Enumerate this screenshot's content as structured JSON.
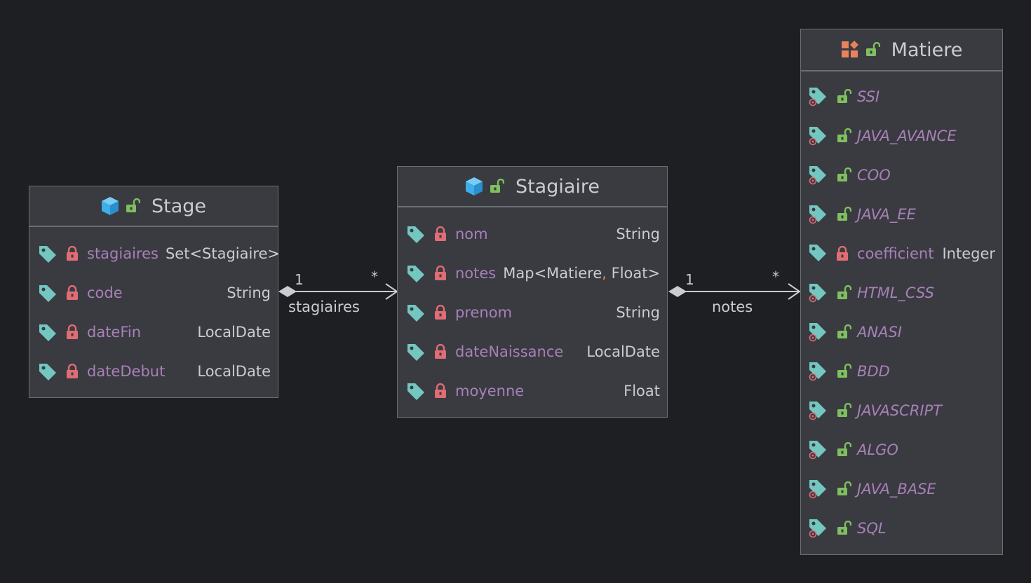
{
  "classes": {
    "stage": {
      "name": "Stage",
      "icon": "class-icon",
      "members": [
        {
          "name": "stagiaires",
          "type": "Set<Stagiaire>"
        },
        {
          "name": "code",
          "type": "String"
        },
        {
          "name": "dateFin",
          "type": "LocalDate"
        },
        {
          "name": "dateDebut",
          "type": "LocalDate"
        }
      ]
    },
    "stagiaire": {
      "name": "Stagiaire",
      "icon": "class-icon",
      "members": [
        {
          "name": "nom",
          "type": "String"
        },
        {
          "name": "notes",
          "type_prefix": "Map<Matiere",
          "type_sep": ",",
          "type_suffix": " Float>"
        },
        {
          "name": "prenom",
          "type": "String"
        },
        {
          "name": "dateNaissance",
          "type": "LocalDate"
        },
        {
          "name": "moyenne",
          "type": "Float"
        }
      ]
    },
    "matiere": {
      "name": "Matiere",
      "icon": "enum-icon",
      "members": [
        {
          "name": "SSI",
          "kind": "enum-constant"
        },
        {
          "name": "JAVA_AVANCE",
          "kind": "enum-constant"
        },
        {
          "name": "COO",
          "kind": "enum-constant"
        },
        {
          "name": "JAVA_EE",
          "kind": "enum-constant"
        },
        {
          "name": "coefficient",
          "type": "Integer",
          "kind": "field"
        },
        {
          "name": "HTML_CSS",
          "kind": "enum-constant"
        },
        {
          "name": "ANASI",
          "kind": "enum-constant"
        },
        {
          "name": "BDD",
          "kind": "enum-constant"
        },
        {
          "name": "JAVASCRIPT",
          "kind": "enum-constant"
        },
        {
          "name": "ALGO",
          "kind": "enum-constant"
        },
        {
          "name": "JAVA_BASE",
          "kind": "enum-constant"
        },
        {
          "name": "SQL",
          "kind": "enum-constant"
        }
      ]
    }
  },
  "relations": [
    {
      "from": "Stage",
      "to": "Stagiaire",
      "label": "stagiaires",
      "source_multiplicity": "1",
      "target_multiplicity": "*"
    },
    {
      "from": "Stagiaire",
      "to": "Matiere",
      "label": "notes",
      "source_multiplicity": "1",
      "target_multiplicity": "*"
    }
  ],
  "colors": {
    "background": "#1e1f22",
    "box": "#393b40",
    "border": "#6b6e73",
    "text": "#c9ccd1",
    "member_name": "#a880b8",
    "tag": "#73c7c0",
    "lock_private": "#e06c75",
    "lock_public": "#7fbf5f",
    "class_icon": "#3daee9",
    "enum_icon": "#e8825d",
    "comma": "#d88b3c"
  }
}
